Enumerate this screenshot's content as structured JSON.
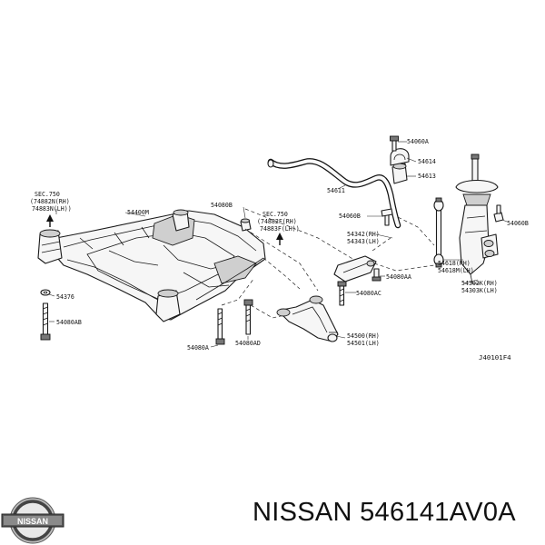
{
  "diagram": {
    "labels": {
      "sec750_a": "SEC.750",
      "p74882n": "(74882N(RH)",
      "p74883n": "74883N(LH))",
      "p54400m": "54400M",
      "p54376": "54376",
      "p54080ab": "54080AB",
      "p54080a": "54080A",
      "p54080ad": "54080AD",
      "p54080b": "54080B",
      "sec750_b": "SEC.750",
      "p74882f": "(74882F(RH)",
      "p74883f": "74883F(LH))",
      "p54060a": "54060A",
      "p54614": "54614",
      "p54613": "54613",
      "p54611": "54611",
      "p54060b": "54060B",
      "p54342": "54342(RH)",
      "p54343": "54343(LH)",
      "p54080aa": "54080AA",
      "p54080ac": "54080AC",
      "p54500": "54500(RH)",
      "p54501": "54501(LH)",
      "p54618": "54618(RH)",
      "p54618m": "54618M(LH)",
      "p54060b2": "54060B",
      "p54302k": "54302K(RH)",
      "p54303k": "54303K(LH)",
      "ref": "J40101F4"
    }
  },
  "logo": {
    "text": "NISSAN"
  },
  "caption": {
    "text": "NISSAN 546141AV0A"
  }
}
